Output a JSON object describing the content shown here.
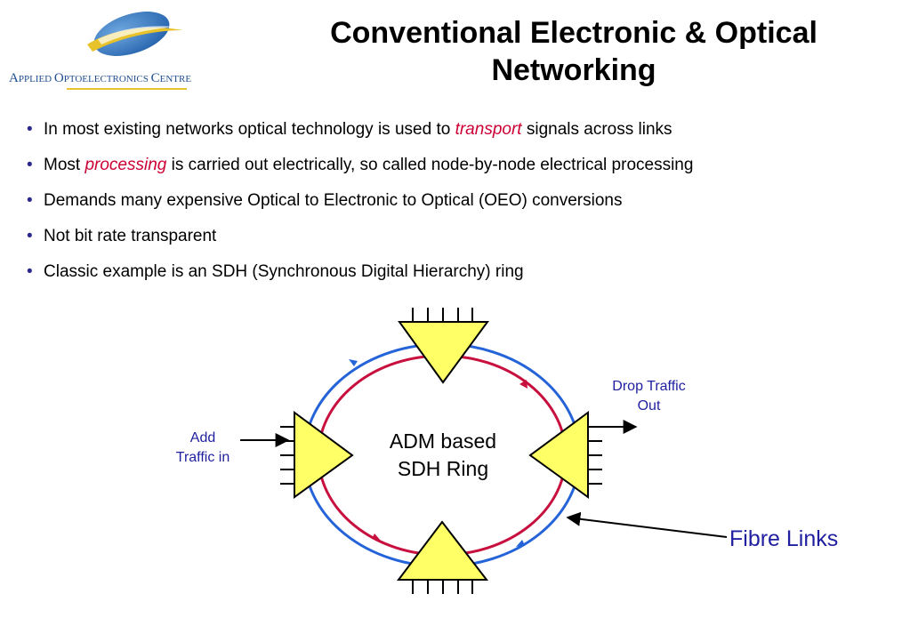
{
  "logo": {
    "org_name_big_1": "A",
    "org_name_small_1": "PPLIED",
    "org_name_big_2": "O",
    "org_name_small_2": "PTOELECTRONICS",
    "org_name_big_3": "C",
    "org_name_small_3": "ENTRE",
    "globe_color": "#1f5da8",
    "swoosh_color": "#e8c22a"
  },
  "title": {
    "line1": "Conventional Electronic & Optical",
    "line2": "Networking"
  },
  "bullets": [
    {
      "before": "In most existing networks optical technology is used to ",
      "emphasis": "transport",
      "after": " signals across links"
    },
    {
      "before": "Most ",
      "emphasis": "processing",
      "after": " is carried out electrically, so called node-by-node electrical processing"
    },
    {
      "before": "Demands many expensive Optical to Electronic to Optical (OEO) conversions",
      "emphasis": "",
      "after": ""
    },
    {
      "before": "Not bit rate transparent",
      "emphasis": "",
      "after": ""
    },
    {
      "before": "Classic example is an SDH (Synchronous Digital Hierarchy) ring",
      "emphasis": "",
      "after": ""
    }
  ],
  "bullet_glyph": "•",
  "diagram": {
    "center_line1": "ADM based",
    "center_line2": "SDH Ring",
    "add_line1": "Add",
    "add_line2": "Traffic in",
    "drop_line1": "Drop Traffic",
    "drop_line2": "Out",
    "fibre_label": "Fibre Links",
    "colors": {
      "outer_ring": "#2463d8",
      "inner_ring": "#c8103e",
      "node_fill": "#ffff66",
      "label_blue": "#1f1f9f",
      "emphasis_red": "#cc0033"
    }
  }
}
